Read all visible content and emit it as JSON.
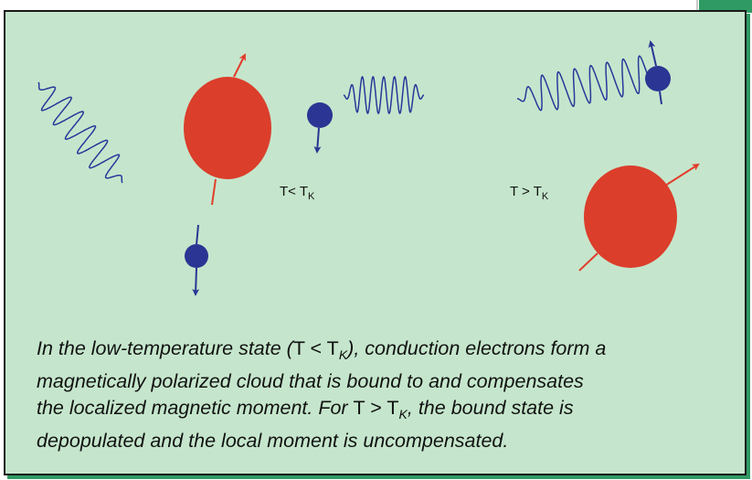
{
  "labels": {
    "low": {
      "prefix": "T< T",
      "sub": "K"
    },
    "high": {
      "prefix": "T > T",
      "sub": "K"
    }
  },
  "caption": {
    "l1a": "In the low-temperature state (",
    "l1t": "T < T",
    "l1k": "K",
    "l1b": "), conduction electrons form a",
    "l2": "magnetically polarized cloud that is bound to and compensates",
    "l3a": "the localized magnetic moment. For ",
    "l3t": "T > T",
    "l3k": "K",
    "l3b": ", the bound state is",
    "l4": "depopulated and the local moment is uncompensated."
  },
  "colors": {
    "background": "#c5e6cc",
    "accent_tab": "#2f9a63",
    "wave": "#27389a",
    "electron": "#2b3593",
    "moment": "#db3e2b",
    "moment_arrow": "#e23d2b"
  }
}
